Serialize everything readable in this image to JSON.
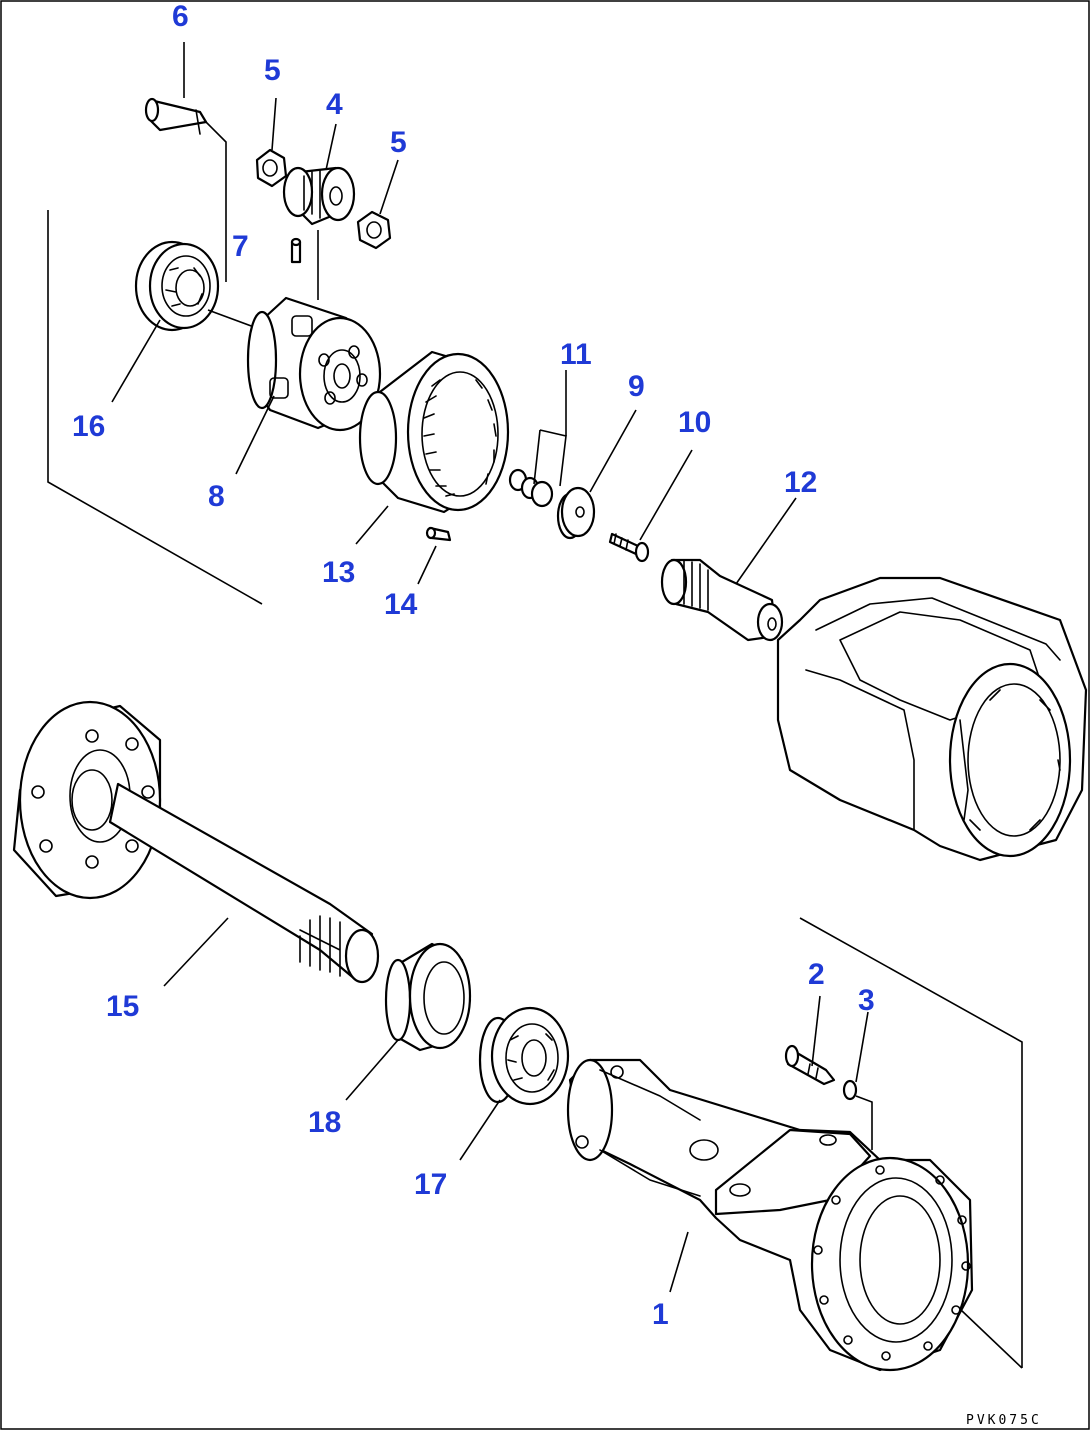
{
  "diagram": {
    "callout_color": "#1f3ad6",
    "line_color": "#000000",
    "background": "#ffffff",
    "callouts": {
      "c1": "1",
      "c2": "2",
      "c3": "3",
      "c4": "4",
      "c5a": "5",
      "c5b": "5",
      "c6": "6",
      "c7": "7",
      "c8": "8",
      "c9": "9",
      "c10": "10",
      "c11": "11",
      "c12": "12",
      "c13": "13",
      "c14": "14",
      "c15": "15",
      "c16": "16",
      "c17": "17",
      "c18": "18"
    },
    "drawing_code": "PVK075C"
  }
}
